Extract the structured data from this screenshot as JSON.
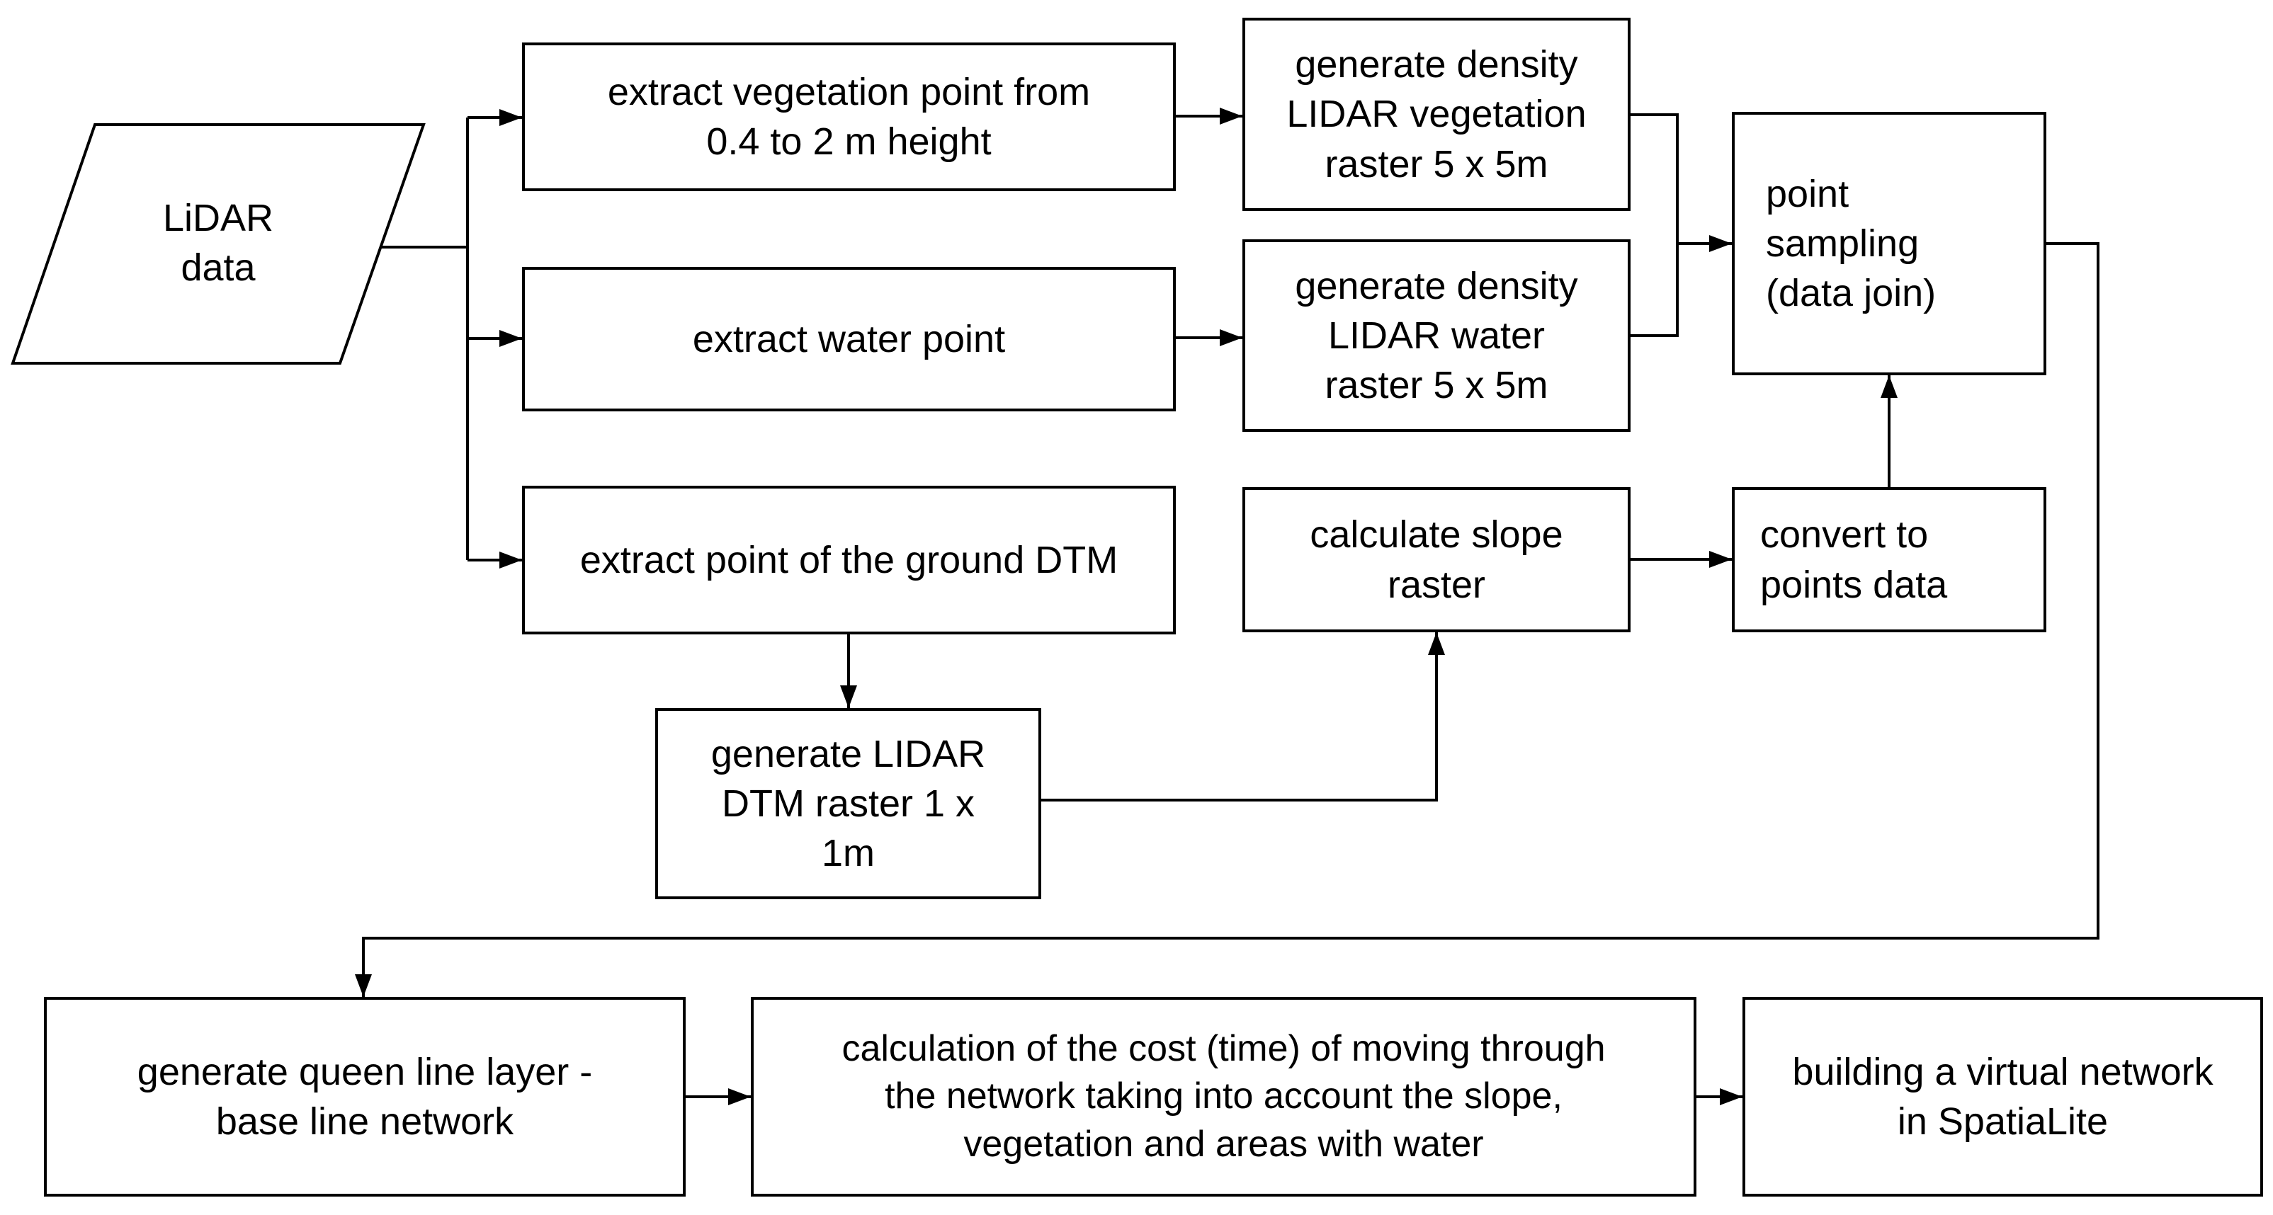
{
  "diagram": {
    "type": "flowchart",
    "colors": {
      "stroke": "#000000",
      "text": "#000000",
      "node_fill": "#ffffff",
      "background": "#ffffff"
    },
    "nodes": {
      "lidar_data": {
        "shape": "parallelogram",
        "label": "LiDAR\ndata"
      },
      "extract_vegetation": {
        "shape": "rect",
        "label": "extract vegetation point from\n0.4 to 2 m height"
      },
      "extract_water": {
        "shape": "rect",
        "label": "extract water point"
      },
      "extract_ground": {
        "shape": "rect",
        "label": "extract point of the ground DTM"
      },
      "density_vegetation": {
        "shape": "rect",
        "label": "generate density\nLIDAR vegetation\nraster 5 x 5m"
      },
      "density_water": {
        "shape": "rect",
        "label": "generate density\nLIDAR water\nraster 5 x 5m"
      },
      "point_sampling": {
        "shape": "rect",
        "label": "point\nsampling\n(data join)"
      },
      "calculate_slope": {
        "shape": "rect",
        "label": "calculate slope\nraster"
      },
      "convert_points": {
        "shape": "rect",
        "label": "convert to\npoints data"
      },
      "dtm_raster": {
        "shape": "rect",
        "label": "generate LIDAR\nDTM raster 1 x\n1m"
      },
      "queen_lines": {
        "shape": "rect",
        "label": "generate queen line layer -\nbase line network"
      },
      "cost_calculation": {
        "shape": "rect",
        "label": "calculation of the cost (time) of moving through\nthe network taking into account the slope,\nvegetation and areas with water"
      },
      "virtual_network": {
        "shape": "rect",
        "label": "building a virtual network\nin SpatiaLite"
      }
    },
    "edges": [
      {
        "from": "lidar_data",
        "to": "extract_vegetation"
      },
      {
        "from": "lidar_data",
        "to": "extract_water"
      },
      {
        "from": "lidar_data",
        "to": "extract_ground"
      },
      {
        "from": "extract_vegetation",
        "to": "density_vegetation"
      },
      {
        "from": "extract_water",
        "to": "density_water"
      },
      {
        "from": "density_vegetation",
        "to": "point_sampling"
      },
      {
        "from": "density_water",
        "to": "point_sampling"
      },
      {
        "from": "extract_ground",
        "to": "dtm_raster"
      },
      {
        "from": "dtm_raster",
        "to": "calculate_slope"
      },
      {
        "from": "calculate_slope",
        "to": "convert_points"
      },
      {
        "from": "convert_points",
        "to": "point_sampling"
      },
      {
        "from": "point_sampling",
        "to": "queen_lines"
      },
      {
        "from": "queen_lines",
        "to": "cost_calculation"
      },
      {
        "from": "cost_calculation",
        "to": "virtual_network"
      }
    ]
  }
}
